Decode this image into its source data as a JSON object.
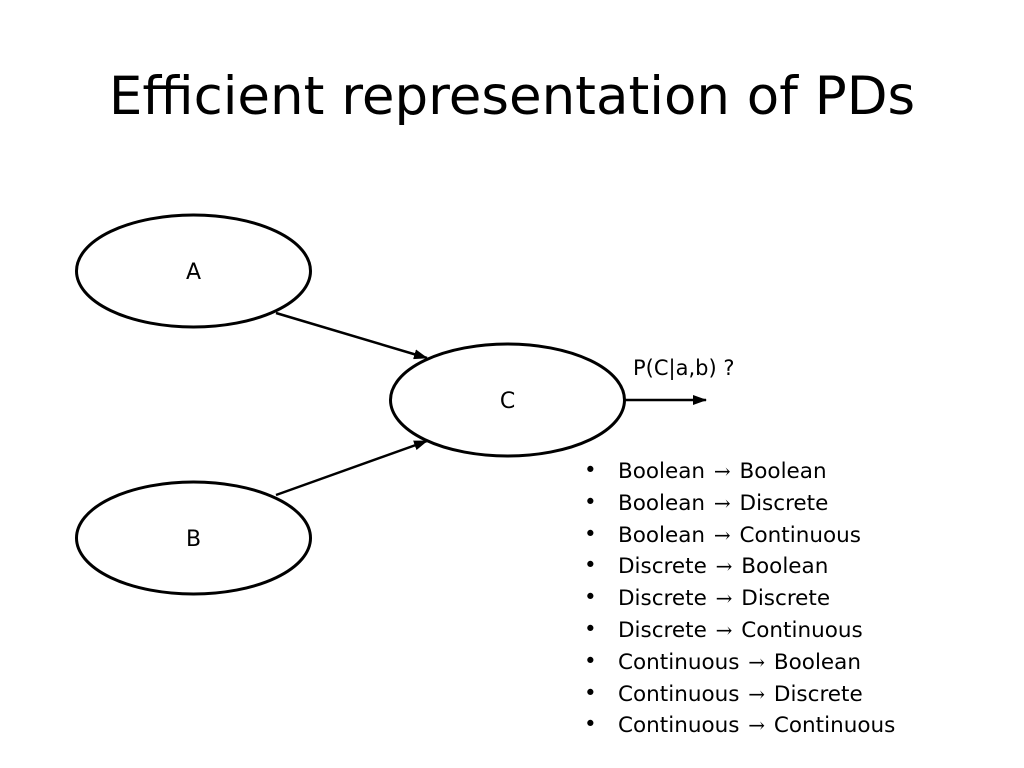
{
  "slide": {
    "title": "Efficient representation of PDs"
  },
  "diagram": {
    "nodes": [
      {
        "id": "A",
        "label": "A"
      },
      {
        "id": "B",
        "label": "B"
      },
      {
        "id": "C",
        "label": "C"
      }
    ],
    "edges": [
      {
        "from": "A",
        "to": "C"
      },
      {
        "from": "B",
        "to": "C"
      }
    ],
    "output_label": "P(C|a,b) ?"
  },
  "mappings": {
    "arrow_symbol": "→",
    "items": [
      {
        "from": "Boolean",
        "to": "Boolean"
      },
      {
        "from": "Boolean",
        "to": "Discrete"
      },
      {
        "from": "Boolean",
        "to": "Continuous"
      },
      {
        "from": "Discrete",
        "to": "Boolean"
      },
      {
        "from": "Discrete",
        "to": "Discrete"
      },
      {
        "from": "Discrete",
        "to": "Continuous"
      },
      {
        "from": "Continuous",
        "to": "Boolean"
      },
      {
        "from": "Continuous",
        "to": "Discrete"
      },
      {
        "from": "Continuous",
        "to": "Continuous"
      }
    ]
  }
}
